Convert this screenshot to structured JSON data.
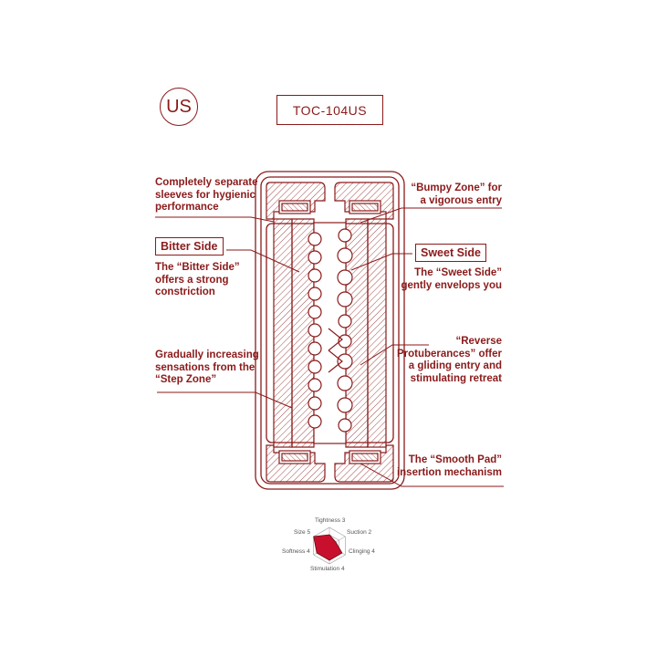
{
  "header": {
    "region": "US",
    "model": "TOC-104US"
  },
  "labels": {
    "sleeves": [
      "Completely separate",
      "sleeves for hygienic",
      "performance"
    ],
    "bitter_side_title": "Bitter Side",
    "bitter_side_desc": [
      "The “Bitter Side”",
      "offers a strong",
      "constriction"
    ],
    "step_zone": [
      "Gradually increasing",
      "sensations from the",
      "“Step Zone”"
    ],
    "bumpy_zone": [
      "“Bumpy Zone” for",
      "a vigorous entry"
    ],
    "sweet_side_title": "Sweet Side",
    "sweet_side_desc": [
      "The “Sweet Side”",
      "gently envelops you"
    ],
    "reverse": [
      "“Reverse",
      "Protuberances” offer",
      "a gliding entry and",
      "stimulating retreat"
    ],
    "smooth_pad": [
      "The “Smooth Pad”",
      "insertion mechanism"
    ]
  },
  "radar": {
    "axes": [
      {
        "label": "Tightness 3",
        "value": 3
      },
      {
        "label": "Suction 2",
        "value": 2
      },
      {
        "label": "Clinging 4",
        "value": 4
      },
      {
        "label": "Stimulation 4",
        "value": 4
      },
      {
        "label": "Softness 4",
        "value": 4
      },
      {
        "label": "Size 5",
        "value": 5
      }
    ],
    "max": 5,
    "fill_color": "#c8102e"
  },
  "colors": {
    "primary": "#8b1a1a",
    "accent": "#c8102e"
  }
}
